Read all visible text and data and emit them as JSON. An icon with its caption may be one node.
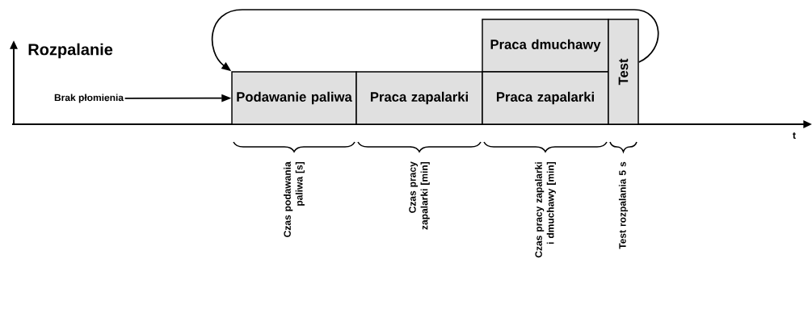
{
  "diagram": {
    "nodes": [
      {
        "text": [
          "Brak płomienia"
        ]
      },
      {
        "text": [
          "Podawanie paliwa"
        ]
      },
      {
        "text": [
          "Praca zapalarki"
        ]
      },
      {
        "text": [
          "Praca dmuchawy"
        ]
      },
      {
        "text": [
          "Praca zapalarki"
        ]
      },
      {
        "text": [
          "Test"
        ]
      }
    ],
    "edges": [
      {
        "from": 0,
        "to": 1,
        "arrow": "to"
      },
      {
        "from": 5,
        "to": 1,
        "arrow": "to"
      }
    ],
    "labels": [
      "Rozpalanie",
      "t",
      "Czas podawania paliwa [s]",
      "Czas pracy zapalarki [min]",
      "Czas pracy zapalarki i dmuchawy [min]",
      "Test rozpalania 5 s"
    ]
  }
}
